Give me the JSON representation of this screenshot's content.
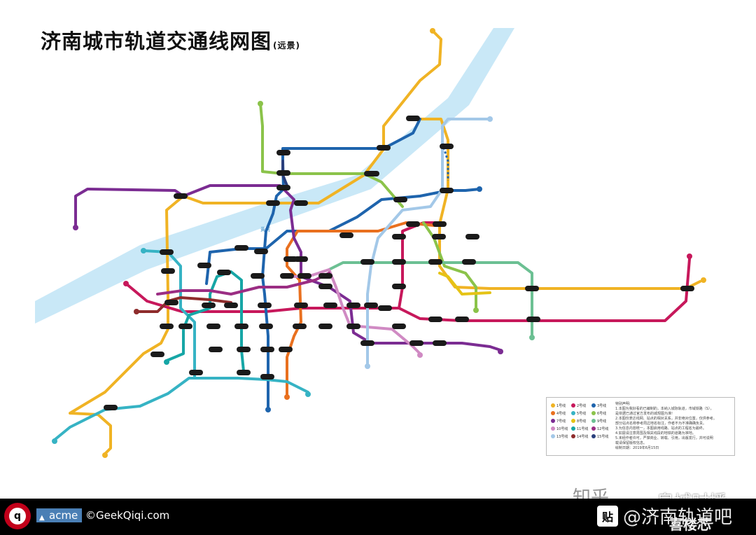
{
  "title": "济南城市轨道交通线网图",
  "title_suffix": "(远景)",
  "river_label": "黄河",
  "colors": {
    "river": "#c9e8f7",
    "line1": "#f0b324",
    "line2": "#c7185b",
    "line3": "#1e64ad",
    "line4": "#e9701f",
    "line5": "#36b3c4",
    "line6": "#8bc34a",
    "line7": "#7b2c92",
    "line8": "#e5c315",
    "line9": "#6cc093",
    "line10": "#d08ac3",
    "line11": "#16a6a6",
    "line12": "#9b2d83",
    "line13": "#a3c8e8",
    "line14": "#8e2c2c",
    "line15": "#2a3f7c"
  },
  "legend": {
    "items": [
      {
        "label": "1号线",
        "color": "#f0b324"
      },
      {
        "label": "2号线",
        "color": "#c7185b"
      },
      {
        "label": "3号线",
        "color": "#1e64ad"
      },
      {
        "label": "4号线",
        "color": "#e9701f"
      },
      {
        "label": "5号线",
        "color": "#36b3c4"
      },
      {
        "label": "6号线",
        "color": "#8bc34a"
      },
      {
        "label": "7号线",
        "color": "#7b2c92"
      },
      {
        "label": "8号线",
        "color": "#e5c315"
      },
      {
        "label": "9号线",
        "color": "#6cc093"
      },
      {
        "label": "10号线",
        "color": "#d08ac3"
      },
      {
        "label": "11号线",
        "color": "#16a6a6"
      },
      {
        "label": "12号线",
        "color": "#9b2d83"
      },
      {
        "label": "13号线",
        "color": "#a3c8e8"
      },
      {
        "label": "14号线",
        "color": "#8e2c2c"
      },
      {
        "label": "15号线",
        "color": "#2a3f7c"
      }
    ],
    "notes": [
      "特别声明:",
      "1.本图为我好看的已编制的，本纳入城际轨道，市域铁路（S），",
      "是依据已通过官方发布的城规图为准!",
      "2.本图仅表达线网、站点的相对关系，并非绝对位置，仅供参考。",
      "部分站点名称参考周边地名标注，作者不为不准确确负责。",
      "3.为信息内容统一，本图启用线路、站点的工程名为最终。",
      "4.如需请注意周围及相关线段的地铁的道路为准地。",
      "5.未经作者许可，严禁商业、转载、引用，出版发行，并可说明",
      "载请保留版权信息。",
      "绘制日期：2019年6月15日"
    ]
  },
  "footer": {
    "logo_glyph": "q",
    "acme_label": "acme",
    "credit": "©GeekQiqi.com"
  },
  "watermarks": {
    "zhihu": "知乎",
    "zhihu_tie": "贴",
    "at_handle": "@济南轨道吧",
    "source": "泉城时播",
    "tidy": "喜楼芯"
  }
}
